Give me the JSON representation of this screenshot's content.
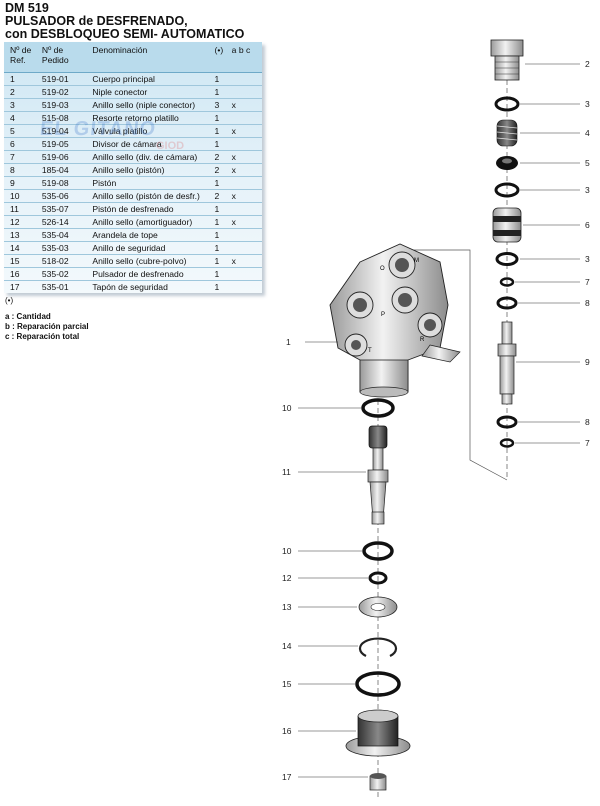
{
  "header": {
    "line1": "DM 519",
    "line2": "PULSADOR de DESFRENADO,",
    "line3": "con DESBLOQUEO SEMI- AUTOMATICO"
  },
  "table": {
    "headers": {
      "ref": "Nº de Ref.",
      "pedido": "Nº de Pedido",
      "denominacion": "Denominación",
      "qty": "(•)",
      "cols": "a  b  c"
    },
    "rows": [
      {
        "ref": "1",
        "pedido": "519-01",
        "den": "Cuerpo principal",
        "q": "1",
        "x": ""
      },
      {
        "ref": "2",
        "pedido": "519-02",
        "den": "Niple conector",
        "q": "1",
        "x": ""
      },
      {
        "ref": "3",
        "pedido": "519-03",
        "den": "Anillo sello (niple conector)",
        "q": "3",
        "x": "x"
      },
      {
        "ref": "4",
        "pedido": "515-08",
        "den": "Resorte retorno platillo",
        "q": "1",
        "x": ""
      },
      {
        "ref": "5",
        "pedido": "519-04",
        "den": "Válvula platillo",
        "q": "1",
        "x": "x"
      },
      {
        "ref": "6",
        "pedido": "519-05",
        "den": "Divisor de cámara",
        "q": "1",
        "x": ""
      },
      {
        "ref": "7",
        "pedido": "519-06",
        "den": "Anillo sello (div. de cámara)",
        "q": "2",
        "x": "x"
      },
      {
        "ref": "8",
        "pedido": "185-04",
        "den": "Anillo sello (pistón)",
        "q": "2",
        "x": "x"
      },
      {
        "ref": "9",
        "pedido": "519-08",
        "den": "Pistón",
        "q": "1",
        "x": ""
      },
      {
        "ref": "10",
        "pedido": "535-06",
        "den": "Anillo sello (pistón de desfr.)",
        "q": "2",
        "x": "x"
      },
      {
        "ref": "11",
        "pedido": "535-07",
        "den": "Pistón de desfrenado",
        "q": "1",
        "x": ""
      },
      {
        "ref": "12",
        "pedido": "526-14",
        "den": "Anillo sello (amortiguador)",
        "q": "1",
        "x": "x"
      },
      {
        "ref": "13",
        "pedido": "535-04",
        "den": "Arandela de tope",
        "q": "1",
        "x": ""
      },
      {
        "ref": "14",
        "pedido": "535-03",
        "den": "Anillo de seguridad",
        "q": "1",
        "x": ""
      },
      {
        "ref": "15",
        "pedido": "518-02",
        "den": "Anillo sello (cubre-polvo)",
        "q": "1",
        "x": "x"
      },
      {
        "ref": "16",
        "pedido": "535-02",
        "den": "Pulsador de desfrenado",
        "q": "1",
        "x": ""
      },
      {
        "ref": "17",
        "pedido": "535-01",
        "den": "Tapón de seguridad",
        "q": "1",
        "x": ""
      }
    ]
  },
  "watermark": {
    "main": "EL GITANO",
    "sub": "GIOD"
  },
  "legend": {
    "symbol": "(•)",
    "a": "a :  Cantidad",
    "b": "b :  Reparación parcial",
    "c": "c :  Reparación total"
  },
  "diagram": {
    "callouts": [
      "2",
      "3",
      "4",
      "5",
      "3",
      "6",
      "3",
      "7",
      "8",
      "9",
      "8",
      "7",
      "1",
      "10",
      "11",
      "10",
      "12",
      "13",
      "14",
      "15",
      "16",
      "17"
    ],
    "port_letters": [
      "O",
      "M",
      "P",
      "R",
      "T"
    ]
  }
}
